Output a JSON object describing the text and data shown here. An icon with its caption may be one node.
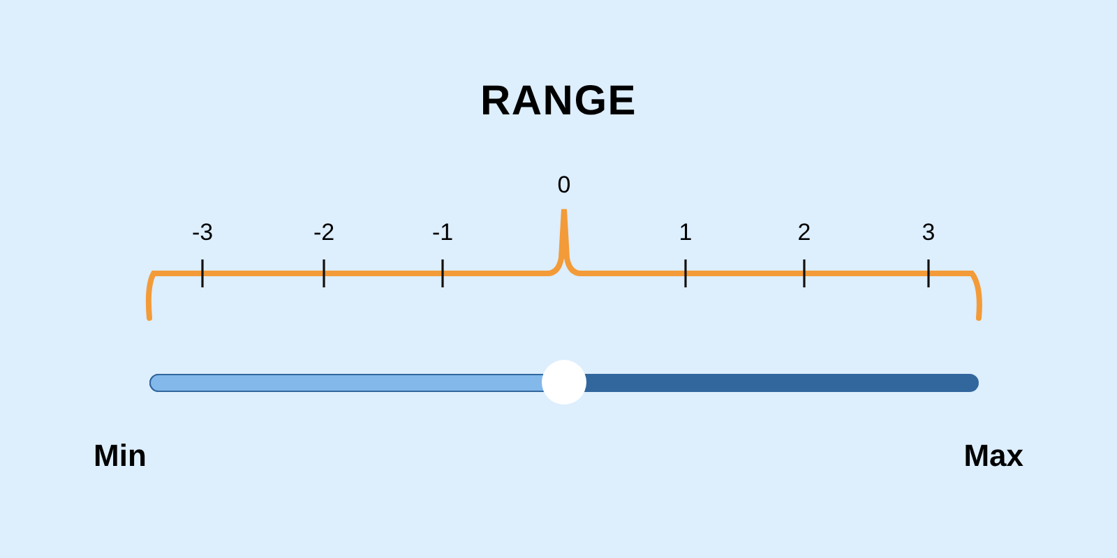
{
  "diagram": {
    "title": "RANGE",
    "labels": [
      "0",
      "-3",
      "-2",
      "-1",
      "1",
      "2",
      "3",
      "Min",
      "Max"
    ]
  }
}
